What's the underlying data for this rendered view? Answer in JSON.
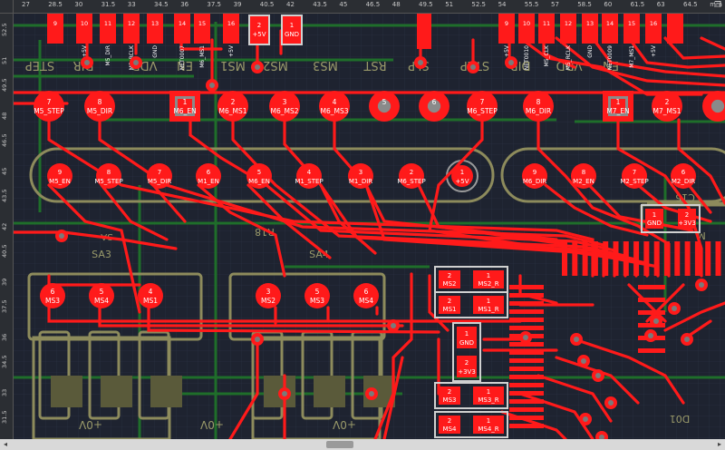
{
  "ruler": {
    "top": [
      "27",
      "28.5",
      "30",
      "31.5",
      "33",
      "34.5",
      "36",
      "37.5",
      "39",
      "40.5",
      "42",
      "43.5",
      "45",
      "46.5",
      "48",
      "49.5",
      "51",
      "52.5",
      "54",
      "55.5",
      "57",
      "58.5",
      "60",
      "61.5",
      "63",
      "64.5",
      "mm"
    ],
    "left": [
      "52.5",
      "51",
      "49.5",
      "48",
      "46.5",
      "45",
      "43.5",
      "42",
      "40.5",
      "39",
      "37.5",
      "36",
      "34.5",
      "33",
      "31.5"
    ]
  },
  "colors": {
    "background": "#1e2330",
    "copper": "#ff1a1a",
    "silk": "#9a9a6a",
    "label": "#ffffff",
    "ground_trace": "#1f6e2a"
  },
  "top_pads": [
    {
      "num": "9",
      "net": ""
    },
    {
      "num": "10",
      "net": "+5V"
    },
    {
      "num": "11",
      "net": "M5_DIR"
    },
    {
      "num": "12",
      "net": "M5_RCLK"
    },
    {
      "num": "13",
      "net": "GND"
    },
    {
      "num": "14",
      "net": "NET0007"
    },
    {
      "num": "15",
      "net": "M6_MS1"
    },
    {
      "num": "16",
      "net": "+5V"
    },
    {
      "num": "2",
      "net": "+5V"
    },
    {
      "num": "1",
      "net": "GND"
    }
  ],
  "top_pads_right": [
    {
      "num": "9",
      "net": "+5V"
    },
    {
      "num": "10",
      "net": "NET0010"
    },
    {
      "num": "11",
      "net": "M5_CLK"
    },
    {
      "num": "12",
      "net": "M5_RCLK"
    },
    {
      "num": "13",
      "net": "GND"
    },
    {
      "num": "14",
      "net": "NET0009"
    },
    {
      "num": "15",
      "net": "M7_MS1"
    },
    {
      "num": "16",
      "net": "+5V"
    },
    {
      "num": "",
      "net": ""
    }
  ],
  "silk_top": [
    "STEP",
    "DIR",
    "VDD",
    "EN",
    "MS1",
    "MS2",
    "MS3",
    "RST",
    "SLP",
    "STEP",
    "DIR",
    "VDD",
    "EN"
  ],
  "row1": [
    {
      "num": "7",
      "net": "M5_STEP"
    },
    {
      "num": "8",
      "net": "M5_DIR"
    },
    {
      "num": "1",
      "net": "M6_EN",
      "square": true
    },
    {
      "num": "2",
      "net": "M6_MS1"
    },
    {
      "num": "3",
      "net": "M6_MS2"
    },
    {
      "num": "4",
      "net": "M6_MS3"
    },
    {
      "num": "5",
      "net": ""
    },
    {
      "num": "6",
      "net": ""
    },
    {
      "num": "7",
      "net": "M6_STEP"
    },
    {
      "num": "8",
      "net": "M6_DIR"
    },
    {
      "num": "1",
      "net": "M7_EN",
      "square": true
    },
    {
      "num": "2",
      "net": "M7_MS1"
    },
    {
      "num": "",
      "net": ""
    }
  ],
  "row2": [
    {
      "num": "9",
      "net": "M5_EN"
    },
    {
      "num": "8",
      "net": "M5_STEP"
    },
    {
      "num": "7",
      "net": "M5_DIR"
    },
    {
      "num": "6",
      "net": "M1_EN"
    },
    {
      "num": "5",
      "net": "M6_EN"
    },
    {
      "num": "4",
      "net": "M1_STEP"
    },
    {
      "num": "3",
      "net": "M1_DIR"
    },
    {
      "num": "2",
      "net": "M6_STEP"
    },
    {
      "num": "1",
      "net": "+5V",
      "ring": true
    },
    {
      "num": "9",
      "net": "M6_DIR"
    },
    {
      "num": "8",
      "net": "M2_EN"
    },
    {
      "num": "7",
      "net": "M2_STEP"
    },
    {
      "num": "6",
      "net": "M2_DIR"
    }
  ],
  "row3": [
    {
      "num": "6",
      "net": "MS3"
    },
    {
      "num": "5",
      "net": "MS4"
    },
    {
      "num": "4",
      "net": "MS1"
    },
    {
      "num": "3",
      "net": "MS2"
    },
    {
      "num": "5",
      "net": "MS3"
    },
    {
      "num": "6",
      "net": "MS4"
    }
  ],
  "smd": [
    {
      "left": "2",
      "left_net": "MS2",
      "right": "1",
      "right_net": "MS2_R"
    },
    {
      "left": "2",
      "left_net": "MS1",
      "right": "1",
      "right_net": "MS1_R"
    },
    {
      "left": "1",
      "left_net": "GND",
      "right": "2",
      "right_net": "+3V3",
      "vertical": true
    },
    {
      "left": "2",
      "left_net": "MS3",
      "right": "1",
      "right_net": "MS3_R"
    },
    {
      "left": "2",
      "left_net": "MS4",
      "right": "1",
      "right_net": "MS4_R"
    }
  ],
  "cap_right": {
    "left": "1",
    "left_net": "GND",
    "right": "2",
    "right_net": "+3V3"
  },
  "silk_labels": {
    "sa3": "SA3",
    "sa4": "SA4",
    "r18": "R18",
    "c15": "C15",
    "sa": "SA",
    "v1": "+0V",
    "v2": "+0V",
    "v3": "+0V",
    "d01": "D01",
    "m": "M"
  }
}
